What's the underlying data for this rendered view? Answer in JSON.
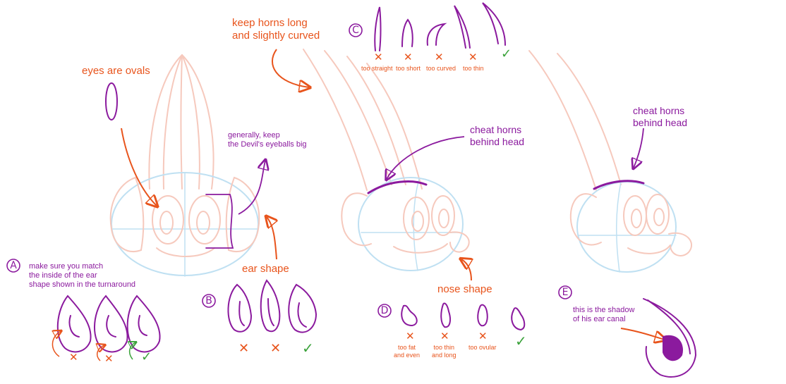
{
  "palette": {
    "orange_annotation": "#e8541c",
    "purple_annotation": "#8b1a9e",
    "construction_pink": "#f6c9bd",
    "construction_blue": "#bfe0f2",
    "correct_green": "#3aa23a"
  },
  "labels": {
    "horns_tip": [
      "keep horns long",
      "and slightly curved"
    ],
    "eyes_tip": "eyes are ovals",
    "eyeballs_tip": [
      "generally, keep",
      "the Devil's eyeballs big"
    ],
    "cheat_horns_center": [
      "cheat horns",
      "behind head"
    ],
    "cheat_horns_right": [
      "cheat horns",
      "behind head"
    ],
    "ear_shape": "ear shape",
    "nose_shape": "nose shape",
    "shadow_note": [
      "this is the shadow",
      "of his ear canal"
    ],
    "ear_inside_note": [
      "make sure you match",
      "the inside of the ear",
      "shape shown in the turnaround"
    ]
  },
  "sections": {
    "a": "A",
    "b": "B",
    "c": "C",
    "d": "D",
    "e": "E"
  },
  "horn_examples": {
    "captions": [
      "too straight",
      "too short",
      "too curved",
      "too thin"
    ],
    "marks": [
      "✕",
      "✕",
      "✕",
      "✕",
      "✓"
    ]
  },
  "nose_examples": {
    "captions": [
      [
        "too fat",
        "and even"
      ],
      [
        "too thin",
        "and long"
      ],
      [
        "too ovular"
      ]
    ],
    "marks": [
      "✕",
      "✕",
      "✕",
      "✓"
    ]
  },
  "ear_examples_a": {
    "marks": [
      "✕",
      "✕",
      "✓"
    ]
  },
  "ear_examples_b": {
    "marks": [
      "✕",
      "✕",
      "✓"
    ]
  }
}
